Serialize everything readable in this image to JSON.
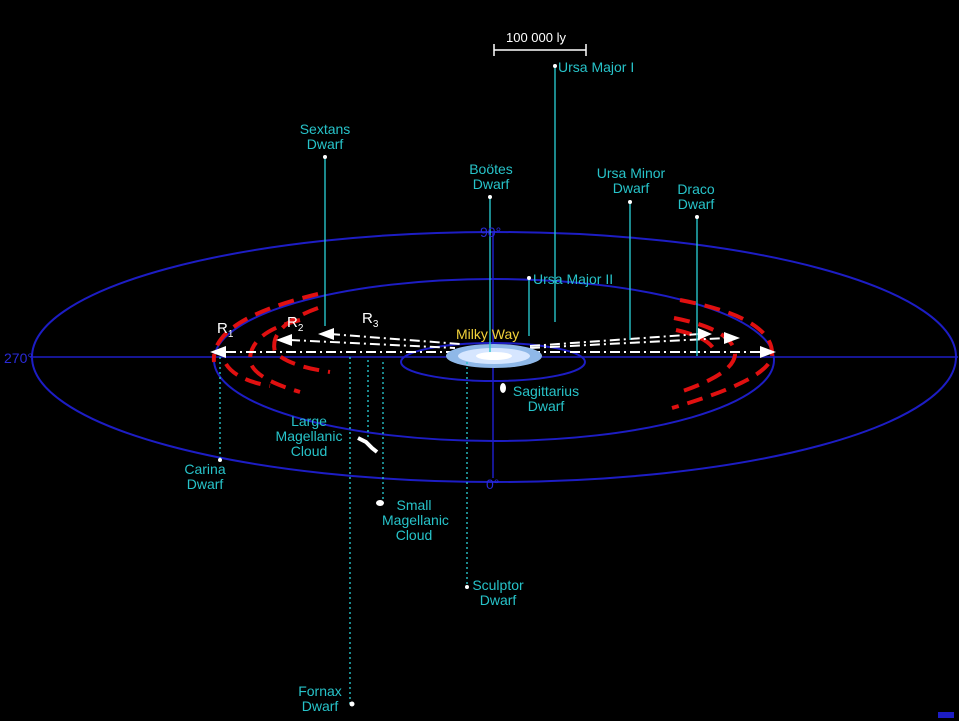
{
  "scale_bar": "100 000 ly",
  "center_label": "Milky Way",
  "angles": {
    "a90": "90°",
    "a270": "270°",
    "a0": "0°"
  },
  "radii": [
    {
      "letter": "R",
      "sub": "1"
    },
    {
      "letter": "R",
      "sub": "2"
    },
    {
      "letter": "R",
      "sub": "3"
    }
  ],
  "galaxies": {
    "ursa_major_1": [
      "Ursa Major I"
    ],
    "ursa_major_2": [
      "Ursa Major II"
    ],
    "ursa_minor": [
      "Ursa Minor",
      "Dwarf"
    ],
    "draco": [
      "Draco",
      "Dwarf"
    ],
    "bootes": [
      "Boötes",
      "Dwarf"
    ],
    "sextans": [
      "Sextans",
      "Dwarf"
    ],
    "sagittarius": [
      "Sagittarius",
      "Dwarf"
    ],
    "lmc": [
      "Large",
      "Magellanic",
      "Cloud"
    ],
    "smc": [
      "Small",
      "Magellanic",
      "Cloud"
    ],
    "carina": [
      "Carina",
      "Dwarf"
    ],
    "sculptor": [
      "Sculptor",
      "Dwarf"
    ],
    "fornax": [
      "Fornax",
      "Dwarf"
    ]
  },
  "colors": {
    "background": "#000000",
    "orbit": "#1d1dc4",
    "label": "#27c3c9",
    "zone": "#e01010",
    "center_label": "#f2d23a"
  }
}
